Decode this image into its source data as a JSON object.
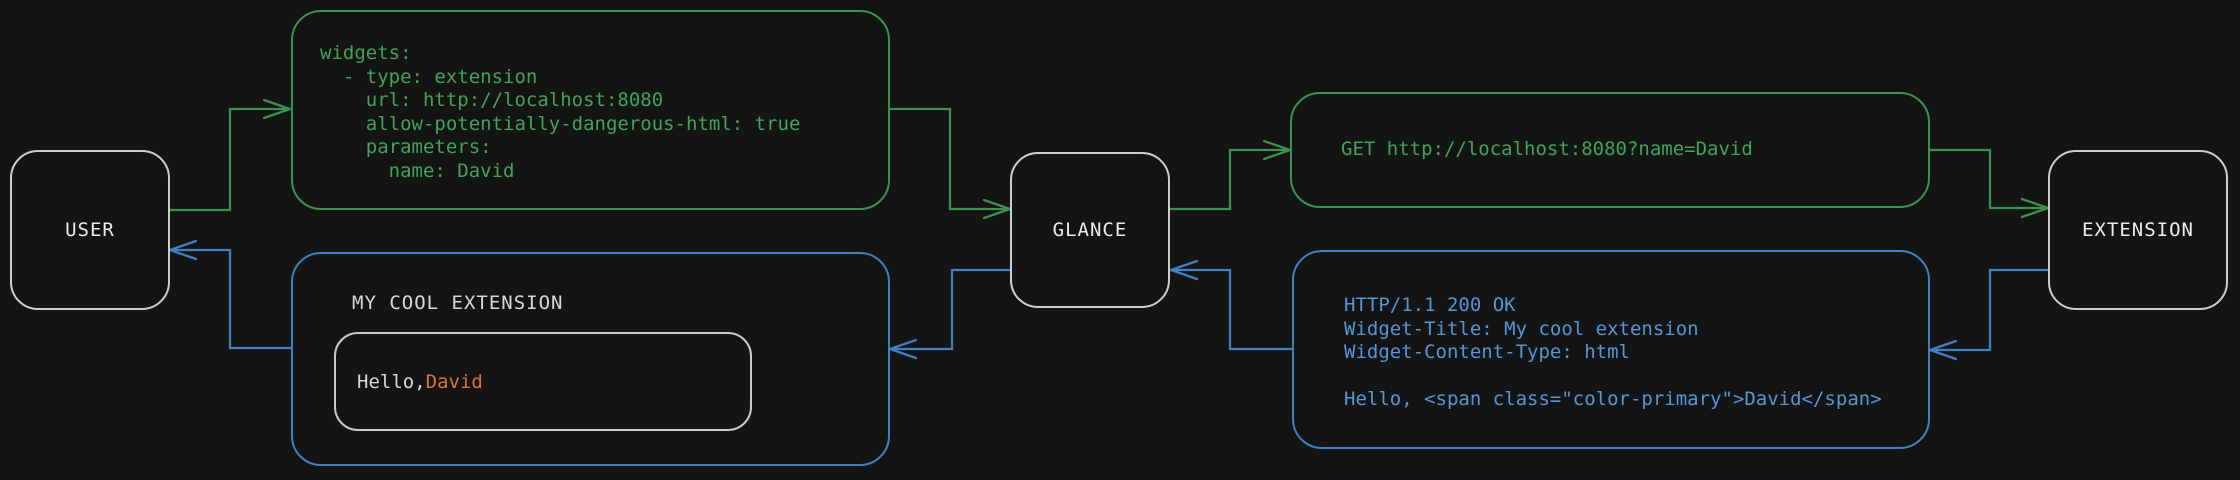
{
  "colors": {
    "background": "#141414",
    "green": "#3d9150",
    "green_text": "#41a457",
    "blue": "#417fc1",
    "blue_text": "#5596d8",
    "node_border": "#cdcdcd",
    "node_text": "#ebebe9",
    "title_text": "#d8d8d6",
    "inner_border": "#c9c9c9",
    "orange": "#de7337"
  },
  "nodes": {
    "user": {
      "label": "USER"
    },
    "glance": {
      "label": "GLANCE"
    },
    "extension": {
      "label": "EXTENSION"
    }
  },
  "config_box": {
    "code": "widgets:\n  - type: extension\n    url: http://localhost:8080\n    allow-potentially-dangerous-html: true\n    parameters:\n      name: David"
  },
  "request_box": {
    "code": "GET http://localhost:8080?name=David"
  },
  "response_box": {
    "code": "HTTP/1.1 200 OK\nWidget-Title: My cool extension\nWidget-Content-Type: html\n\nHello, <span class=\"color-primary\">David</span>"
  },
  "widget_box": {
    "title": "MY COOL EXTENSION",
    "greeting_prefix": "Hello, ",
    "greeting_name": "David"
  }
}
